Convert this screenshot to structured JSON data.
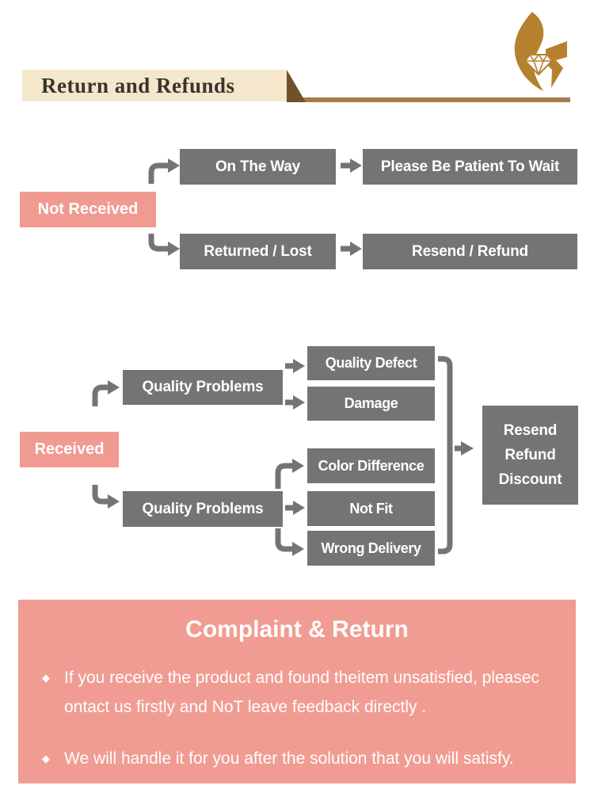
{
  "header": {
    "title": "Return and Refunds",
    "logo_icon": "flame-diamond-logo"
  },
  "colors": {
    "box_gray": "#747474",
    "box_pink": "#F09A91",
    "panel_pink": "#F19C92",
    "banner_beige": "#F5E7CB",
    "line_brown": "#A57B4C",
    "fold_brown": "#70512B",
    "logo_gold": "#B5812F"
  },
  "flow_not_received": {
    "root": "Not Received",
    "branches": [
      {
        "mid": "On The Way",
        "end": "Please Be Patient To Wait"
      },
      {
        "mid": "Returned / Lost",
        "end": "Resend / Refund"
      }
    ]
  },
  "flow_received": {
    "root": "Received",
    "group_top": {
      "label": "Quality Problems",
      "children": [
        "Quality Defect",
        "Damage"
      ]
    },
    "group_bottom": {
      "label": "Quality Problems",
      "children": [
        "Color Difference",
        "Not Fit",
        "Wrong Delivery"
      ]
    },
    "result": [
      "Resend",
      "Refund",
      "Discount"
    ]
  },
  "complaint": {
    "title": "Complaint & Return",
    "bullet_icon": "diamond-bullet",
    "bullets": [
      "If you receive the product and found theitem unsatisfied, pleasec\nontact us firstly and NoT leave feedback directly .",
      "We will handle it for you after the solution that you will satisfy."
    ]
  }
}
